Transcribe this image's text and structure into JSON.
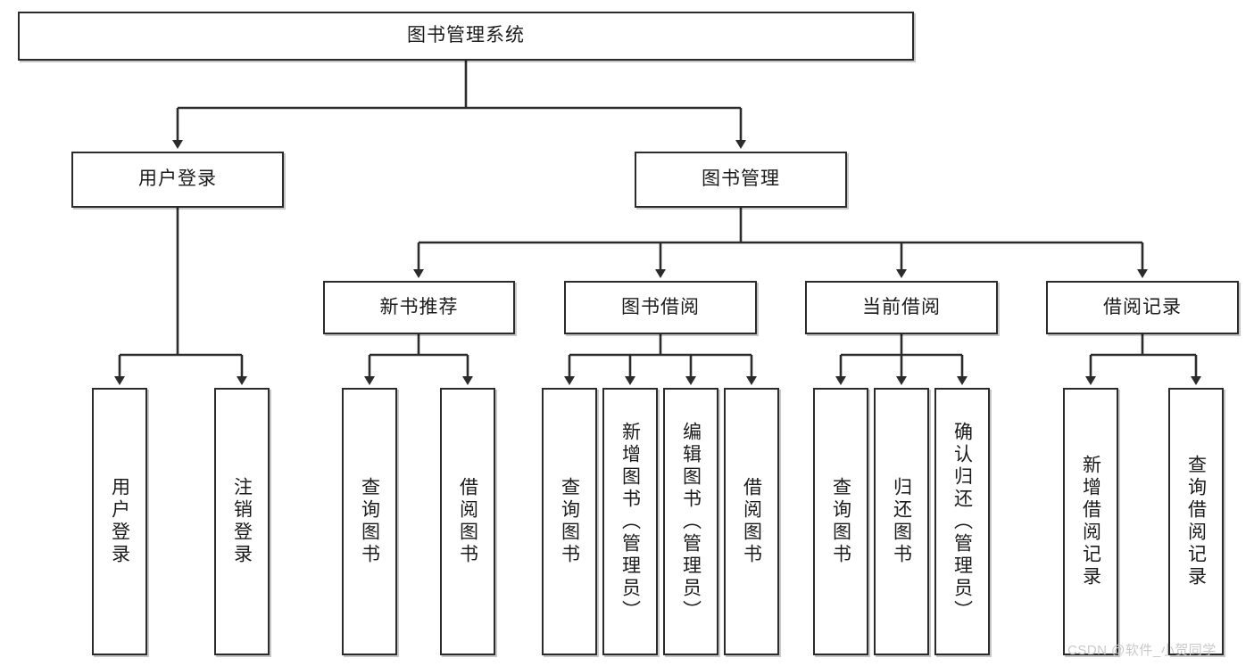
{
  "diagram": {
    "type": "tree-hierarchy-chart",
    "title": "图书管理系统",
    "watermark": "CSDN @软件_小贺同学",
    "colors": {
      "box_border": "#2b2b2b",
      "box_fill": "#ffffff",
      "edge": "#2b2b2b",
      "text": "#1b1b1b",
      "watermark": "#c9c9c9",
      "background": "#ffffff"
    },
    "nodes": {
      "root": {
        "label": "图书管理系统",
        "level": 1,
        "orientation": "horizontal"
      },
      "user_login": {
        "label": "用户登录",
        "level": 2,
        "orientation": "horizontal"
      },
      "book_manage": {
        "label": "图书管理",
        "level": 2,
        "orientation": "horizontal"
      },
      "new_book_rec": {
        "label": "新书推荐",
        "level": 3,
        "orientation": "horizontal"
      },
      "book_borrow": {
        "label": "图书借阅",
        "level": 3,
        "orientation": "horizontal"
      },
      "current_borrow": {
        "label": "当前借阅",
        "level": 3,
        "orientation": "horizontal"
      },
      "borrow_record": {
        "label": "借阅记录",
        "level": 3,
        "orientation": "horizontal"
      },
      "leaf_1": {
        "label": "用户登录",
        "level": 4,
        "orientation": "vertical",
        "parent": "user_login"
      },
      "leaf_2": {
        "label": "注销登录",
        "level": 4,
        "orientation": "vertical",
        "parent": "user_login"
      },
      "leaf_3": {
        "label": "查询图书",
        "level": 4,
        "orientation": "vertical",
        "parent": "new_book_rec"
      },
      "leaf_4": {
        "label": "借阅图书",
        "level": 4,
        "orientation": "vertical",
        "parent": "new_book_rec"
      },
      "leaf_5": {
        "label": "查询图书",
        "level": 4,
        "orientation": "vertical",
        "parent": "book_borrow"
      },
      "leaf_6": {
        "label": "新增图书（管理员）",
        "level": 4,
        "orientation": "vertical",
        "parent": "book_borrow"
      },
      "leaf_7": {
        "label": "编辑图书（管理员）",
        "level": 4,
        "orientation": "vertical",
        "parent": "book_borrow"
      },
      "leaf_8": {
        "label": "借阅图书",
        "level": 4,
        "orientation": "vertical",
        "parent": "book_borrow"
      },
      "leaf_9": {
        "label": "查询图书",
        "level": 4,
        "orientation": "vertical",
        "parent": "current_borrow"
      },
      "leaf_10": {
        "label": "归还图书",
        "level": 4,
        "orientation": "vertical",
        "parent": "current_borrow"
      },
      "leaf_11": {
        "label": "确认归还（管理员）",
        "level": 4,
        "orientation": "vertical",
        "parent": "current_borrow"
      },
      "leaf_12": {
        "label": "新增借阅记录",
        "level": 4,
        "orientation": "vertical",
        "parent": "borrow_record"
      },
      "leaf_13": {
        "label": "查询借阅记录",
        "level": 4,
        "orientation": "vertical",
        "parent": "borrow_record"
      }
    }
  }
}
